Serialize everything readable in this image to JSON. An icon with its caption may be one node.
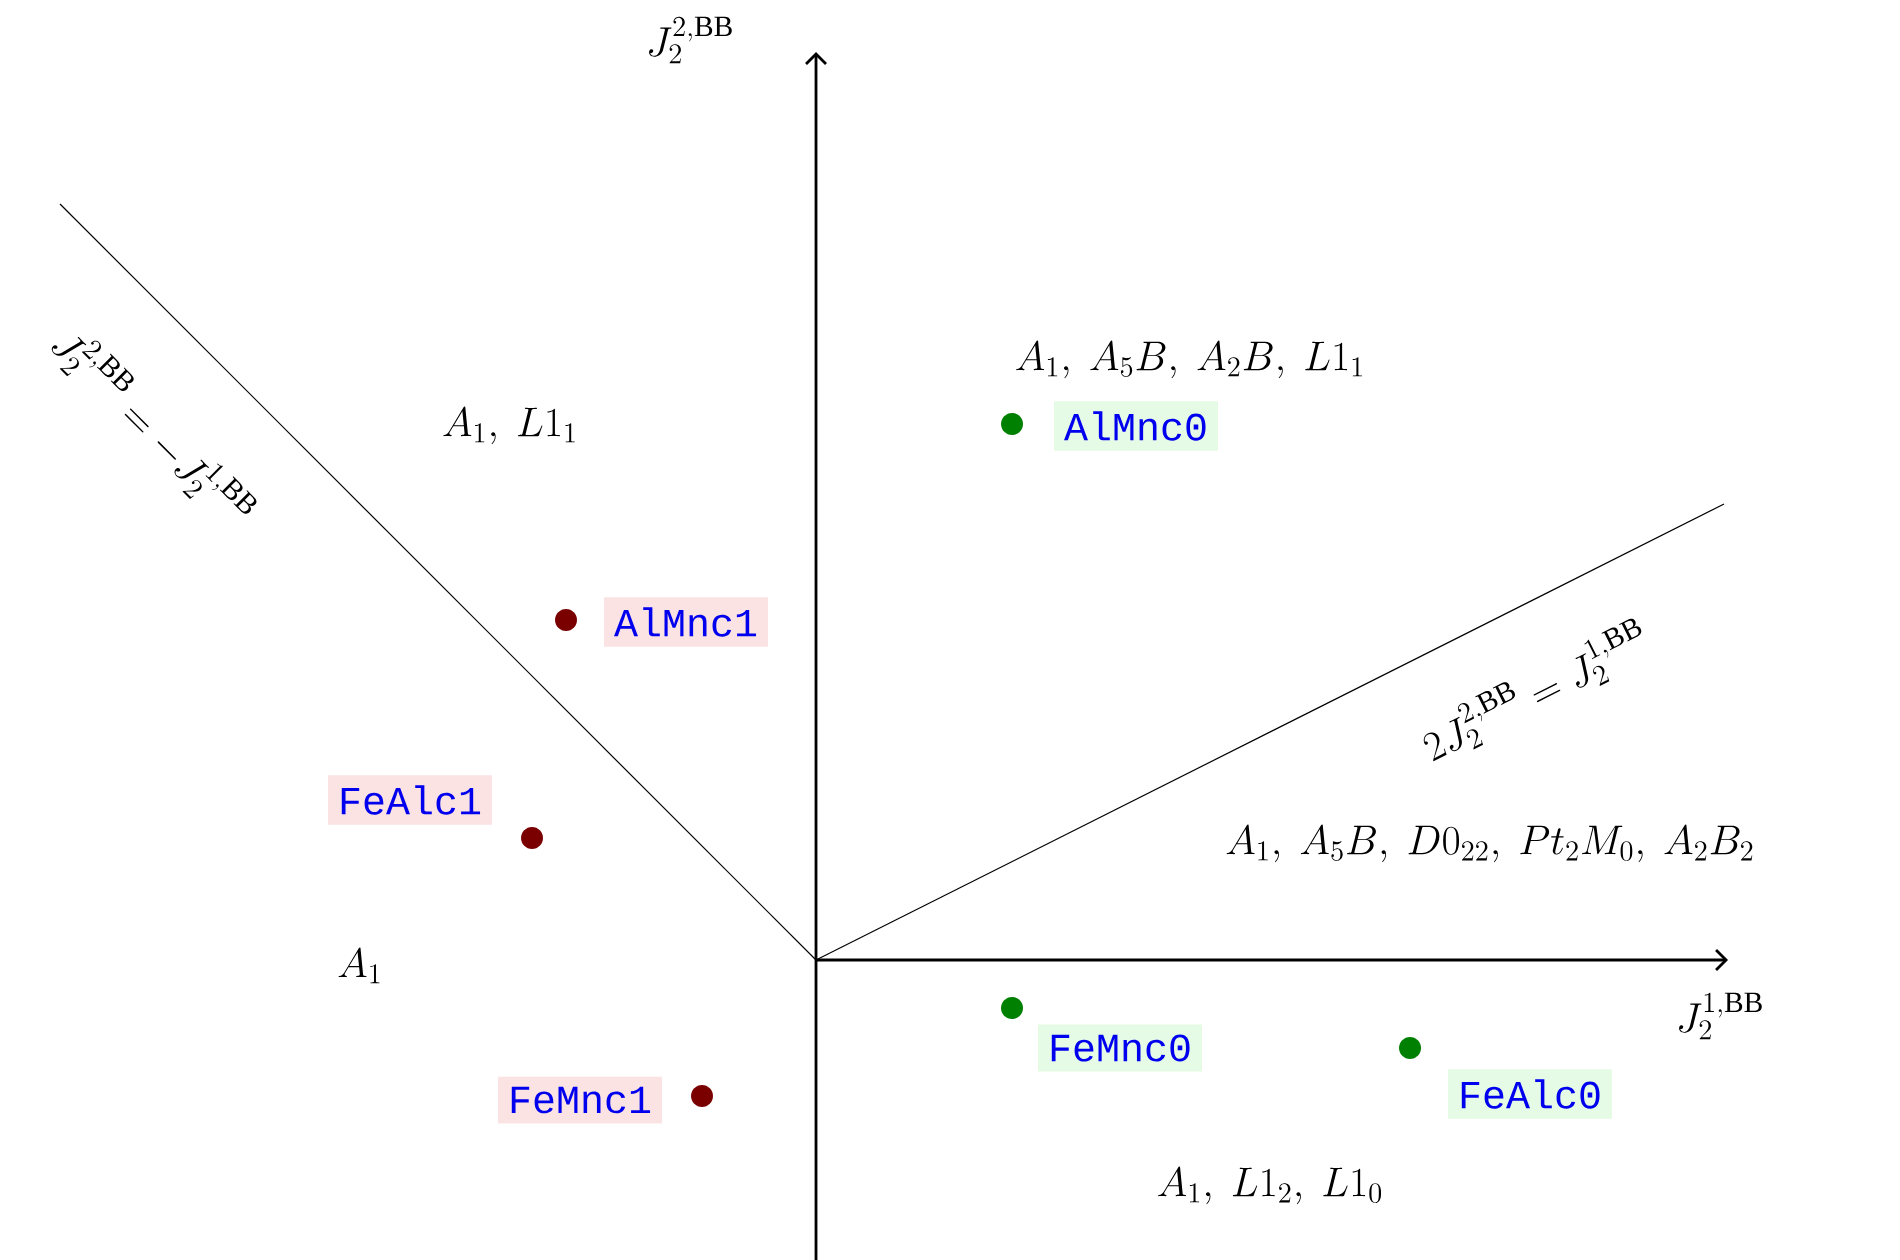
{
  "diagram": {
    "nodes": [
      {
        "text": [
          "AlMnc0"
        ]
      },
      {
        "text": [
          "AlMnc1"
        ]
      },
      {
        "text": [
          "FeAlc1"
        ]
      },
      {
        "text": [
          "FeMnc0"
        ]
      },
      {
        "text": [
          "FeAlc0"
        ]
      },
      {
        "text": [
          "FeMnc1"
        ]
      }
    ],
    "labels": [
      "J_2^{2,\\mathrm{BB}}",
      "J_2^{2,\\mathrm{BB}} = -J_2^{1,\\mathrm{BB}}",
      "A_1,\\ A_5B,\\ A_2B,\\ L1_1",
      "A_1,\\ L1_1",
      "2J_2^{2,\\mathrm{BB}} = J_2^{1,\\mathrm{BB}}",
      "A_1,\\ A_5B,\\ D0_{22},\\ Pt_2M_0,\\ A_2B_2",
      "A_1",
      "J_2^{1,\\mathrm{BB}}",
      "A_1,\\ L1_2,\\ L1_0"
    ]
  }
}
